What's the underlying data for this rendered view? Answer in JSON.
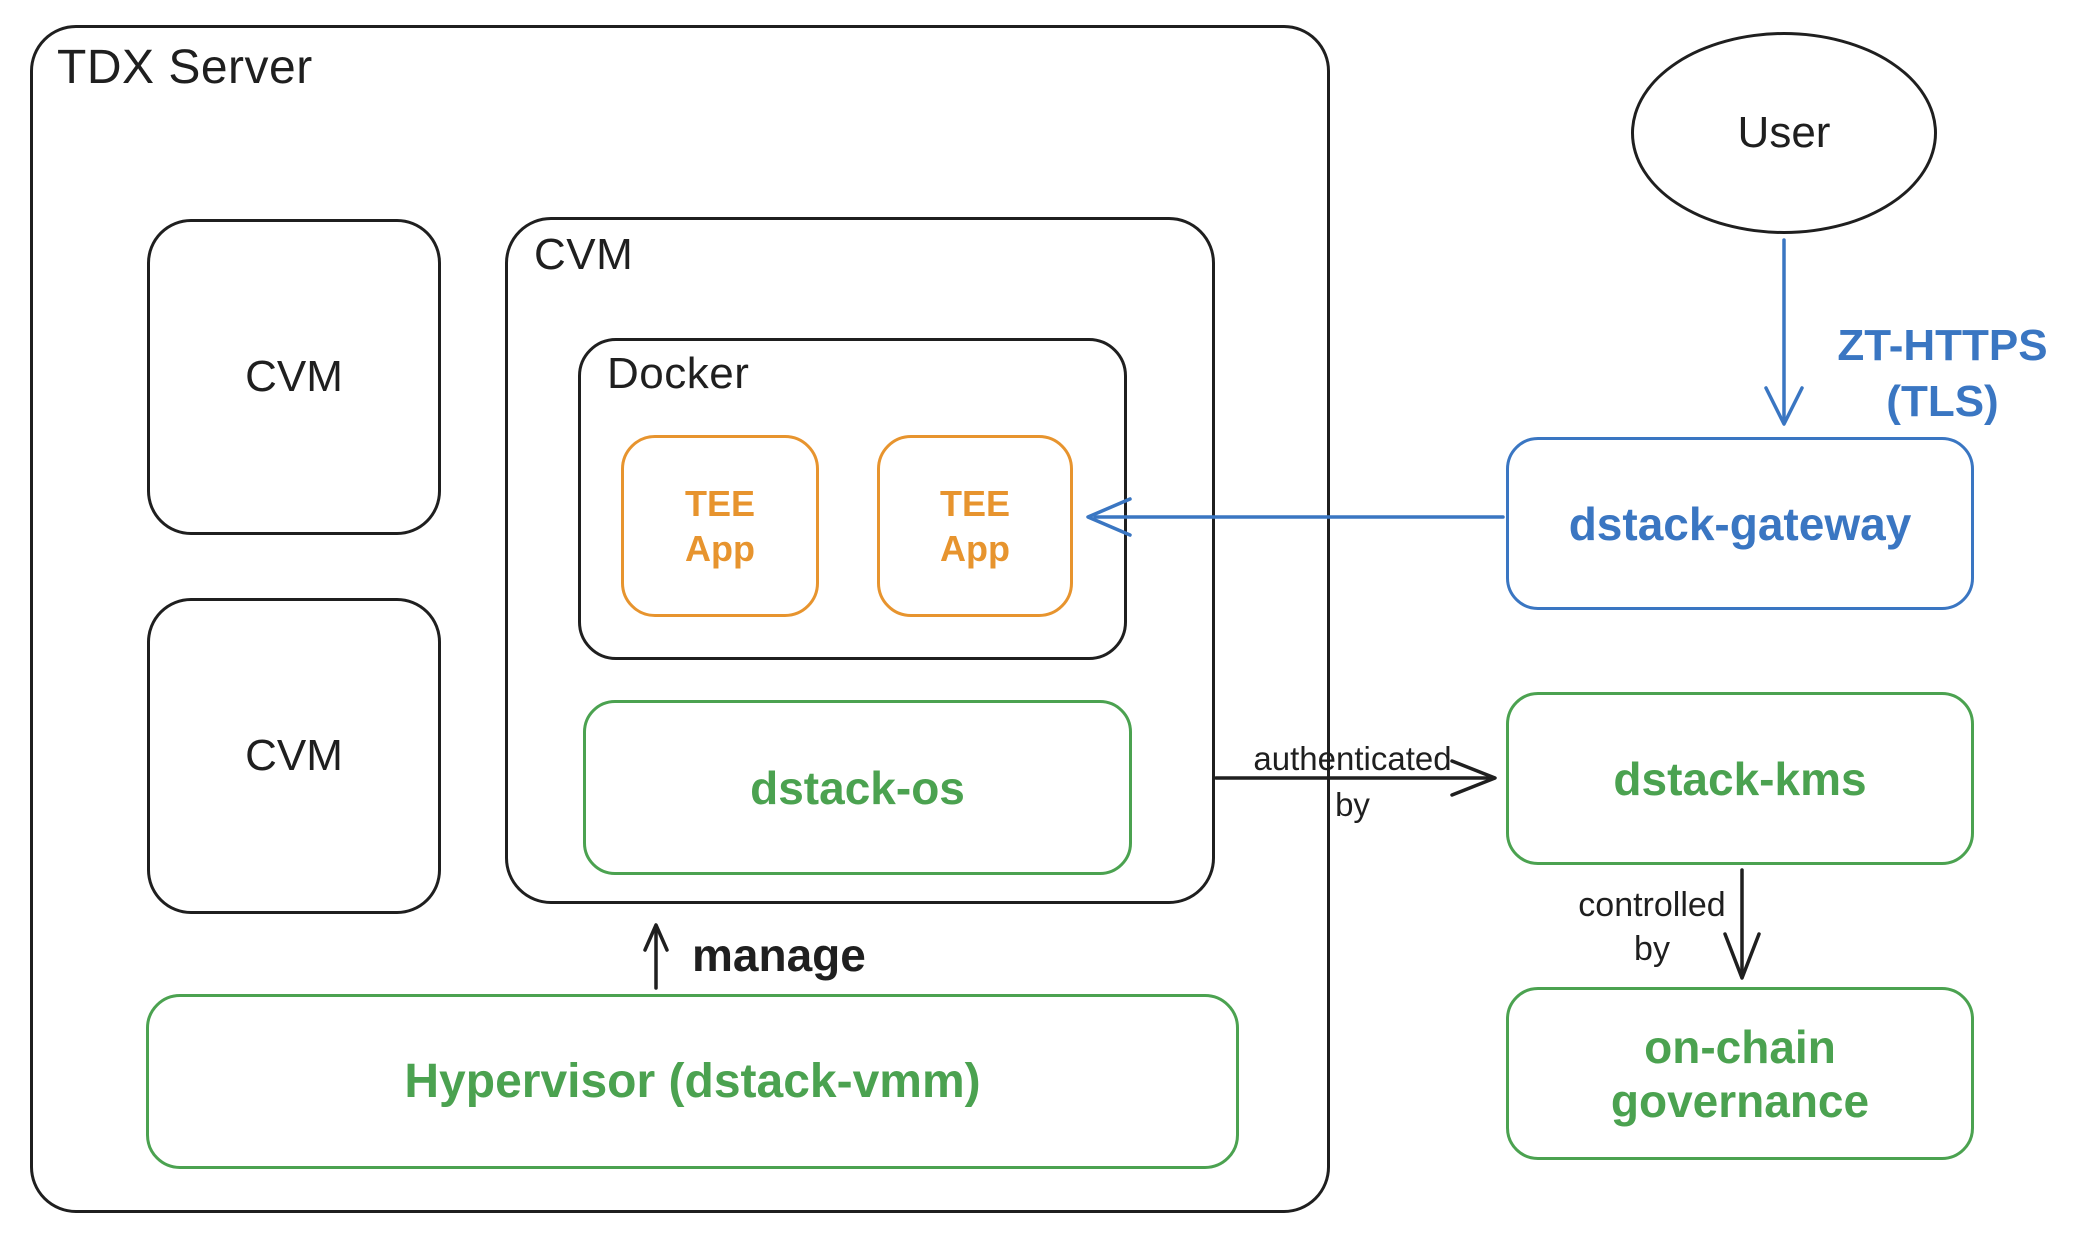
{
  "diagram": {
    "tdx_server": {
      "label": "TDX Server"
    },
    "cvm_left_top": {
      "label": "CVM"
    },
    "cvm_left_bottom": {
      "label": "CVM"
    },
    "cvm_main": {
      "label": "CVM"
    },
    "docker": {
      "label": "Docker"
    },
    "tee_app_1": {
      "line1": "TEE",
      "line2": "App"
    },
    "tee_app_2": {
      "line1": "TEE",
      "line2": "App"
    },
    "dstack_os": {
      "label": "dstack-os"
    },
    "hypervisor": {
      "label": "Hypervisor (dstack-vmm)"
    },
    "user": {
      "label": "User"
    },
    "zt_https": {
      "line1": "ZT-HTTPS",
      "line2": "(TLS)"
    },
    "dstack_gateway": {
      "label": "dstack-gateway"
    },
    "dstack_kms": {
      "label": "dstack-kms"
    },
    "on_chain_governance": {
      "label": "on-chain governance"
    },
    "edges": {
      "manage": "manage",
      "authenticated_line1": "authenticated",
      "authenticated_line2": "by",
      "controlled_line1": "controlled",
      "controlled_line2": "by"
    },
    "colors": {
      "ink": "#1f1f1f",
      "orange": "#E7942E",
      "green": "#4BA250",
      "blue": "#3A76C2"
    }
  }
}
